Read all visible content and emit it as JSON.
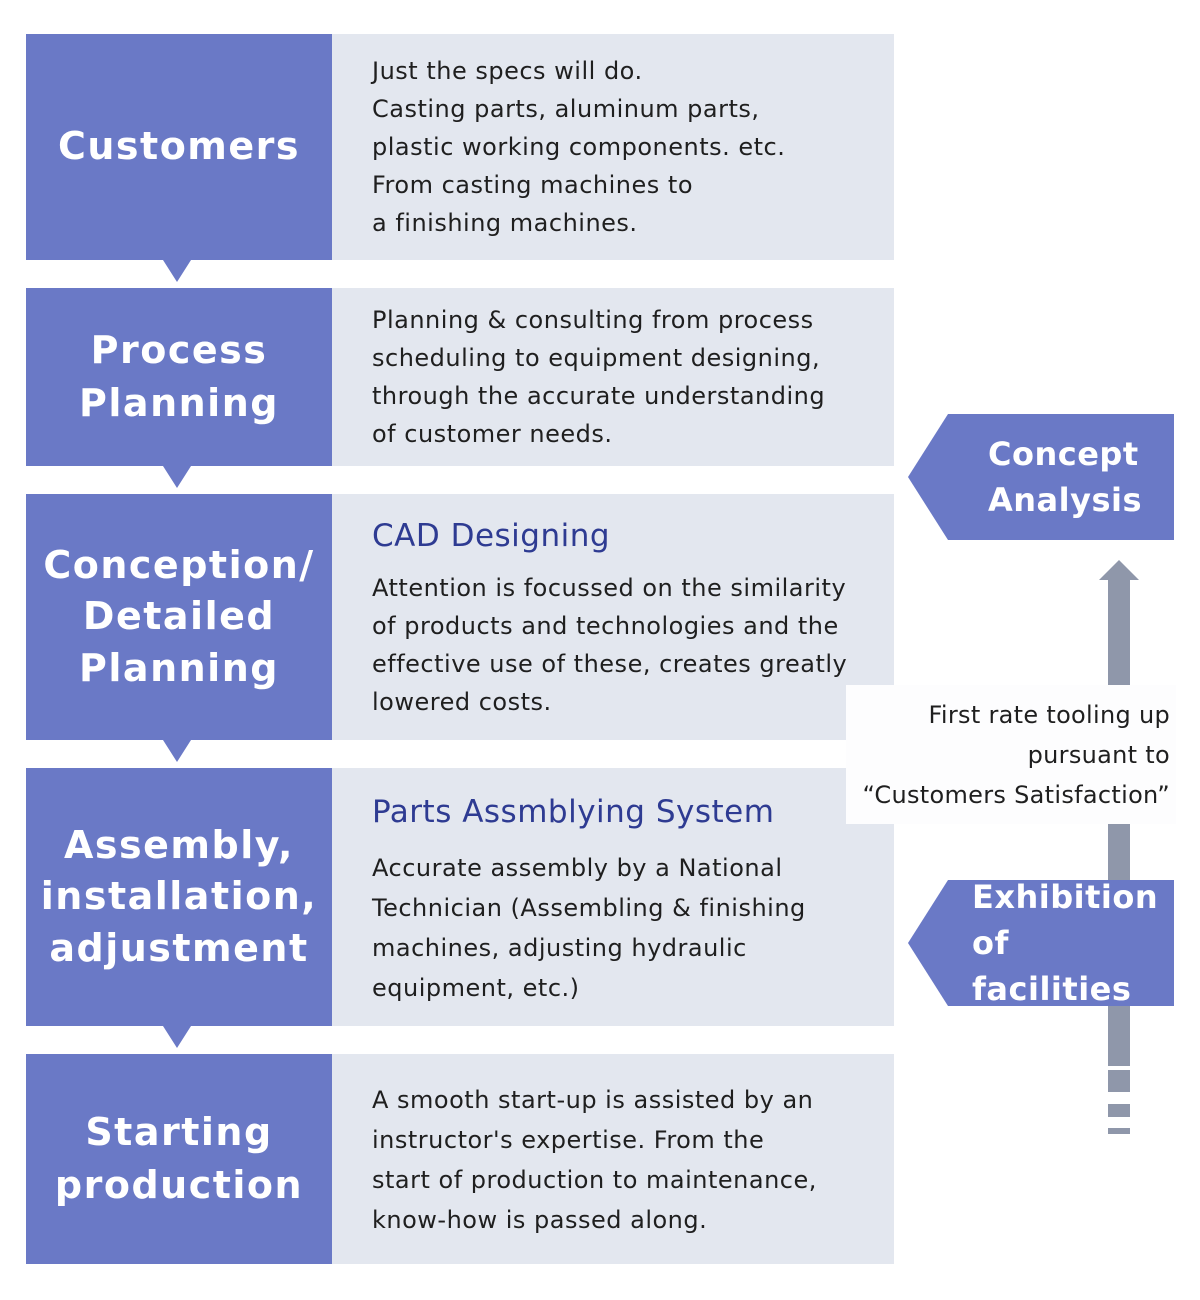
{
  "steps": [
    {
      "title": "Customers",
      "heading": "",
      "text": "Just the specs will do.\nCasting parts, aluminum parts,\nplastic working components. etc.\nFrom casting machines to\na finishing machines."
    },
    {
      "title": "Process\nPlanning",
      "heading": "",
      "text": "Planning & consulting from process\nscheduling to equipment designing,\nthrough the accurate understanding\nof customer needs."
    },
    {
      "title": "Conception/\nDetailed\nPlanning",
      "heading": "CAD Designing",
      "text": "Attention is focussed on the similarity\nof products and technologies and the\neffective use of these, creates greatly\nlowered costs."
    },
    {
      "title": "Assembly,\ninstallation,\nadjustment",
      "heading": "Parts Assmblying System",
      "text": "Accurate assembly by a National\nTechnician (Assembling & finishing\nmachines, adjusting hydraulic\nequipment, etc.)"
    },
    {
      "title": "Starting\nproduction",
      "heading": "",
      "text": "A smooth start-up is assisted by an\ninstructor's expertise. From the\nstart of production to maintenance,\nknow-how is passed along."
    }
  ],
  "side": {
    "concept": "Concept\nAnalysis",
    "exhibition": "Exhibition\nof facilities",
    "note": "First rate tooling up\npursuant to\n“Customers Satisfaction”"
  },
  "colors": {
    "label_bg": "#6a79c6",
    "body_bg": "#e3e7ef",
    "heading": "#2e3b92",
    "arrow": "#8f97aa"
  }
}
